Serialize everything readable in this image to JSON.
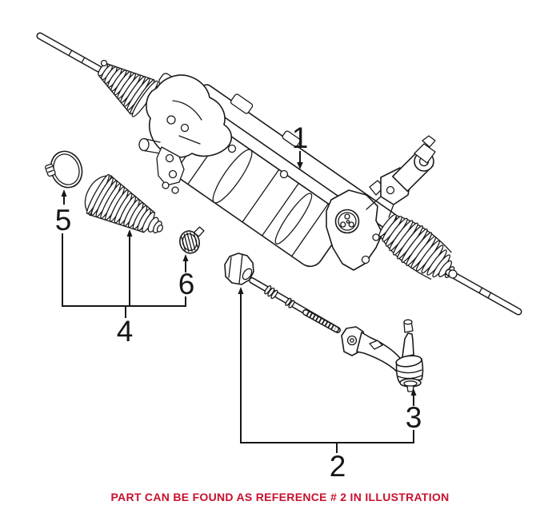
{
  "page": {
    "background": "#ffffff"
  },
  "illustration": {
    "line_color": "#1a1a1a",
    "callouts": [
      {
        "label": "1"
      },
      {
        "label": "2"
      },
      {
        "label": "3"
      },
      {
        "label": "4"
      },
      {
        "label": "5"
      },
      {
        "label": "6"
      }
    ]
  },
  "caption": {
    "text": "PART CAN BE FOUND AS REFERENCE # 2 IN ILLUSTRATION",
    "color": "#c8102e"
  }
}
